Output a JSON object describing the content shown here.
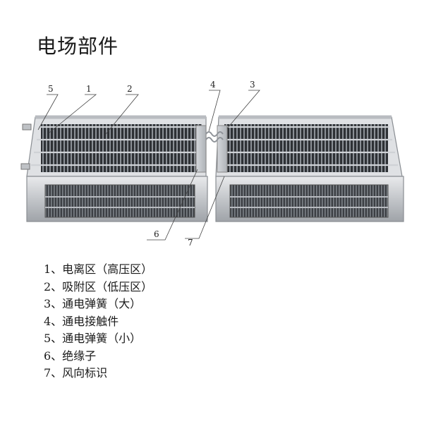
{
  "title": "电场部件",
  "callouts": [
    "5",
    "1",
    "2",
    "4",
    "3",
    "6",
    "7"
  ],
  "legend": [
    "1、电离区（高压区）",
    "2、吸附区（低压区）",
    "3、通电弹簧（大）",
    "4、通电接触件",
    "5、通电弹簧（小）",
    "6、绝缘子",
    "7、风向标识"
  ]
}
